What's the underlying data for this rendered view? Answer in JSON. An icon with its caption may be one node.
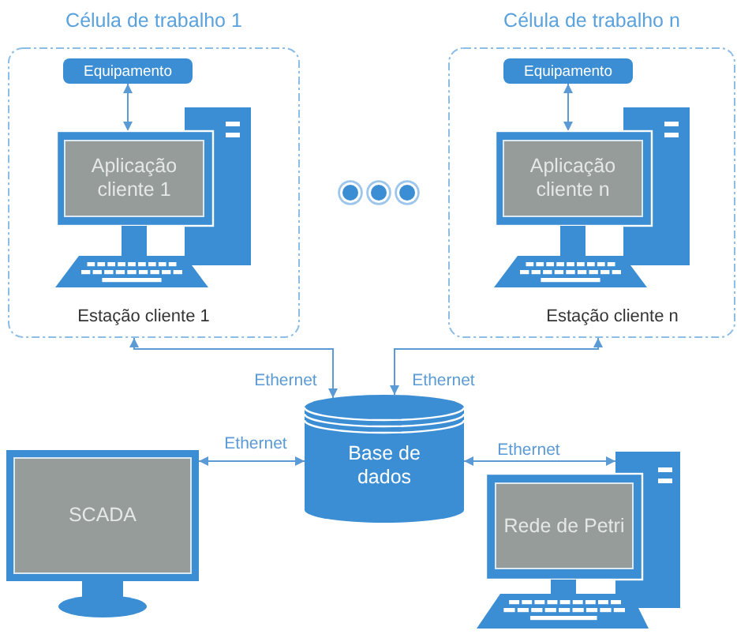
{
  "diagram": {
    "nodes": [
      {
        "text": [
          "Célula de trabalho 1"
        ]
      },
      {
        "text": [
          "Equipamento"
        ],
        "in": 0
      },
      {
        "text": [
          "Aplicação cliente 1"
        ],
        "in": 0,
        "beside": [
          "Estação cliente 1"
        ]
      },
      {
        "text": [
          "Célula de trabalho n"
        ]
      },
      {
        "text": [
          "Equipamento"
        ],
        "in": 3
      },
      {
        "text": [
          "Aplicação cliente n"
        ],
        "in": 3,
        "beside": [
          "Estação cliente n"
        ]
      },
      {
        "text": [
          "Base de dados"
        ]
      },
      {
        "text": [
          "SCADA"
        ]
      },
      {
        "text": [
          "Rede de Petri"
        ]
      }
    ],
    "edges": [
      {
        "from": 1,
        "to": 2,
        "arrow": "both"
      },
      {
        "from": 4,
        "to": 5,
        "arrow": "both"
      },
      {
        "from": 0,
        "to": 6,
        "arrow": "both",
        "label": "Ethernet"
      },
      {
        "from": 3,
        "to": 6,
        "arrow": "both",
        "label": "Ethernet"
      },
      {
        "from": 7,
        "to": 6,
        "arrow": "both",
        "label": "Ethernet"
      },
      {
        "from": 6,
        "to": 8,
        "arrow": "both",
        "label": "Ethernet"
      }
    ]
  }
}
